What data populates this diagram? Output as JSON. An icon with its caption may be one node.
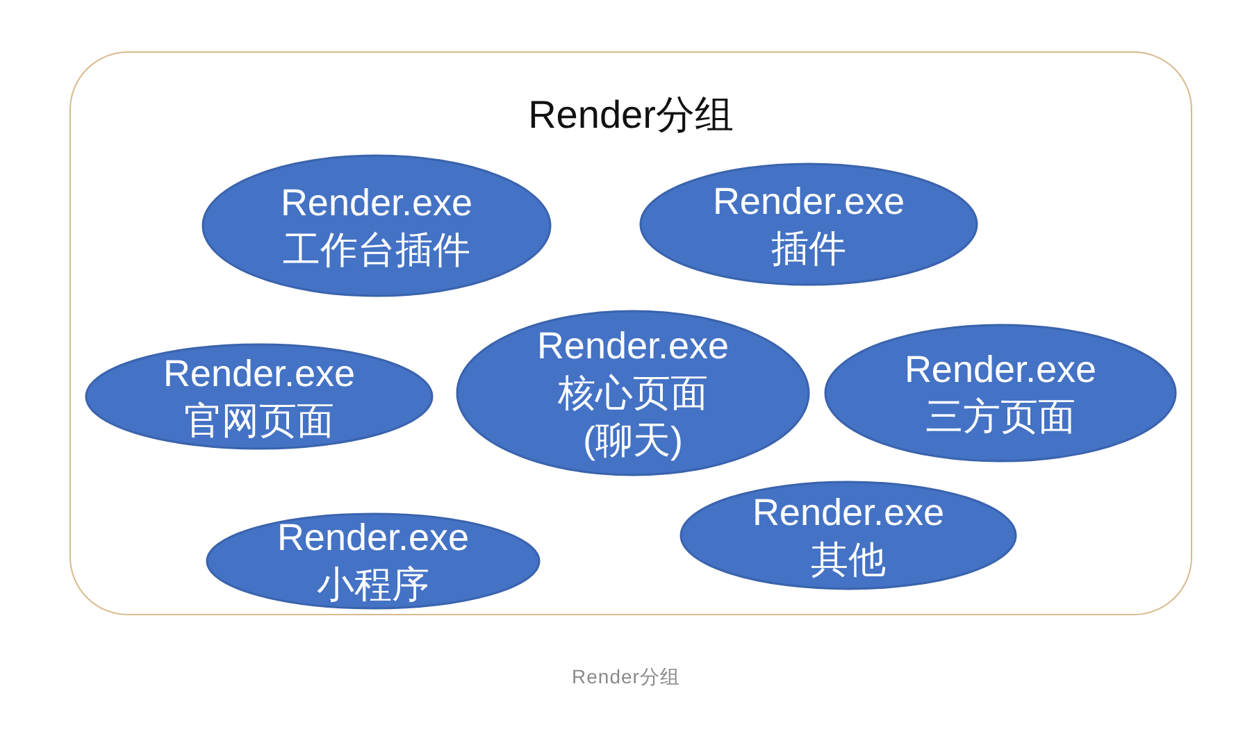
{
  "diagram": {
    "nodes": [
      {
        "text": [
          "Render分组"
        ]
      },
      {
        "text": [
          "Render.exe",
          "工作台插件"
        ],
        "in": 0
      },
      {
        "text": [
          "Render.exe",
          "插件"
        ],
        "in": 0
      },
      {
        "text": [
          "Render.exe",
          "官网页面"
        ],
        "in": 0
      },
      {
        "text": [
          "Render.exe",
          "核心页面(聊天)"
        ],
        "in": 0
      },
      {
        "text": [
          "Render.exe",
          "三方页面"
        ],
        "in": 0
      },
      {
        "text": [
          "Render.exe",
          "小程序"
        ],
        "in": 0
      },
      {
        "text": [
          "Render.exe",
          "其他"
        ],
        "in": 0
      }
    ],
    "caption": "Render分组"
  }
}
